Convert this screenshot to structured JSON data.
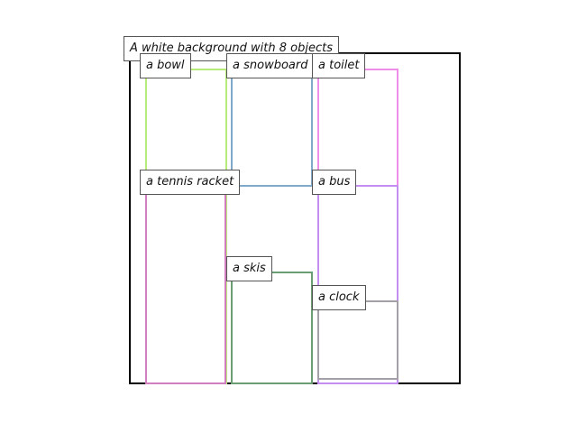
{
  "caption": "A white background with 8 objects",
  "objects": [
    {
      "id": "bowl",
      "label": "a bowl",
      "color": "#b8ec7a"
    },
    {
      "id": "snowboard",
      "label": "a snowboard",
      "color": "#7fa8c9"
    },
    {
      "id": "toilet",
      "label": "a toilet",
      "color": "#ee8ee8"
    },
    {
      "id": "tennis-racket",
      "label": "a tennis racket",
      "color": "#d27fc0"
    },
    {
      "id": "bus",
      "label": "a bus",
      "color": "#c38ef0"
    },
    {
      "id": "skis",
      "label": "a skis",
      "color": "#6b9e72"
    },
    {
      "id": "clock",
      "label": "a clock",
      "color": "#a4a0a8"
    }
  ],
  "frame_color": "#000000"
}
